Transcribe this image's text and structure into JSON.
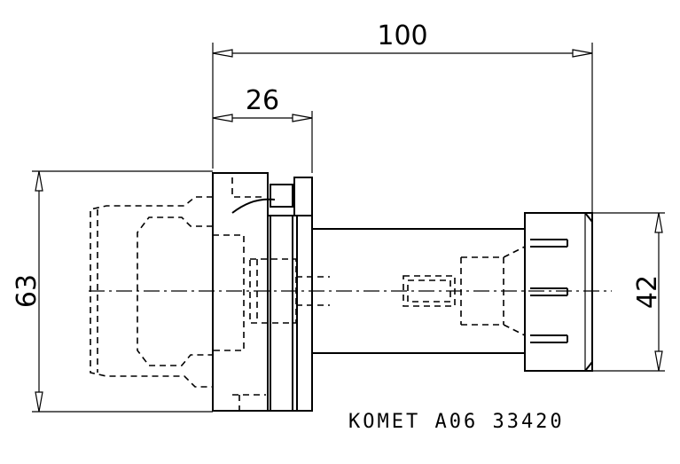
{
  "dimensions": {
    "overall_length": "100",
    "flange_length": "26",
    "shank_diameter": "63",
    "nut_diameter": "42"
  },
  "caption": "KOMET A06 33420"
}
